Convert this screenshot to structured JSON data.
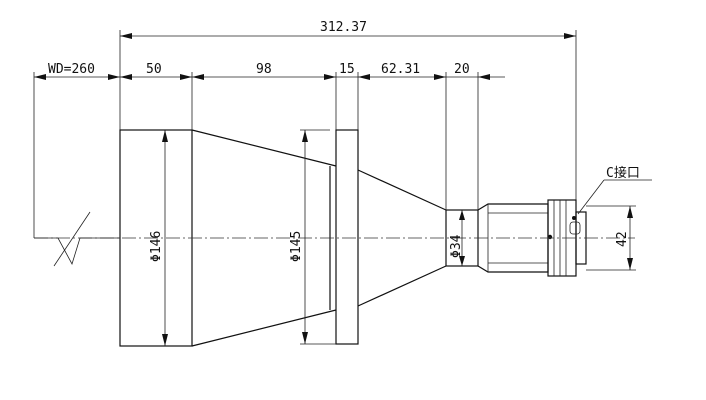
{
  "dimensions": {
    "total_length": "312.37",
    "working_distance": "WD=260",
    "seg_front": "50",
    "seg_cone": "98",
    "seg_flange": "15",
    "seg_rear_cone": "62.31",
    "seg_neck": "20",
    "dia_front": "Φ146",
    "dia_flange": "Φ145",
    "dia_neck": "Φ34",
    "dia_mount": "42"
  },
  "labels": {
    "mount": "C接口"
  }
}
